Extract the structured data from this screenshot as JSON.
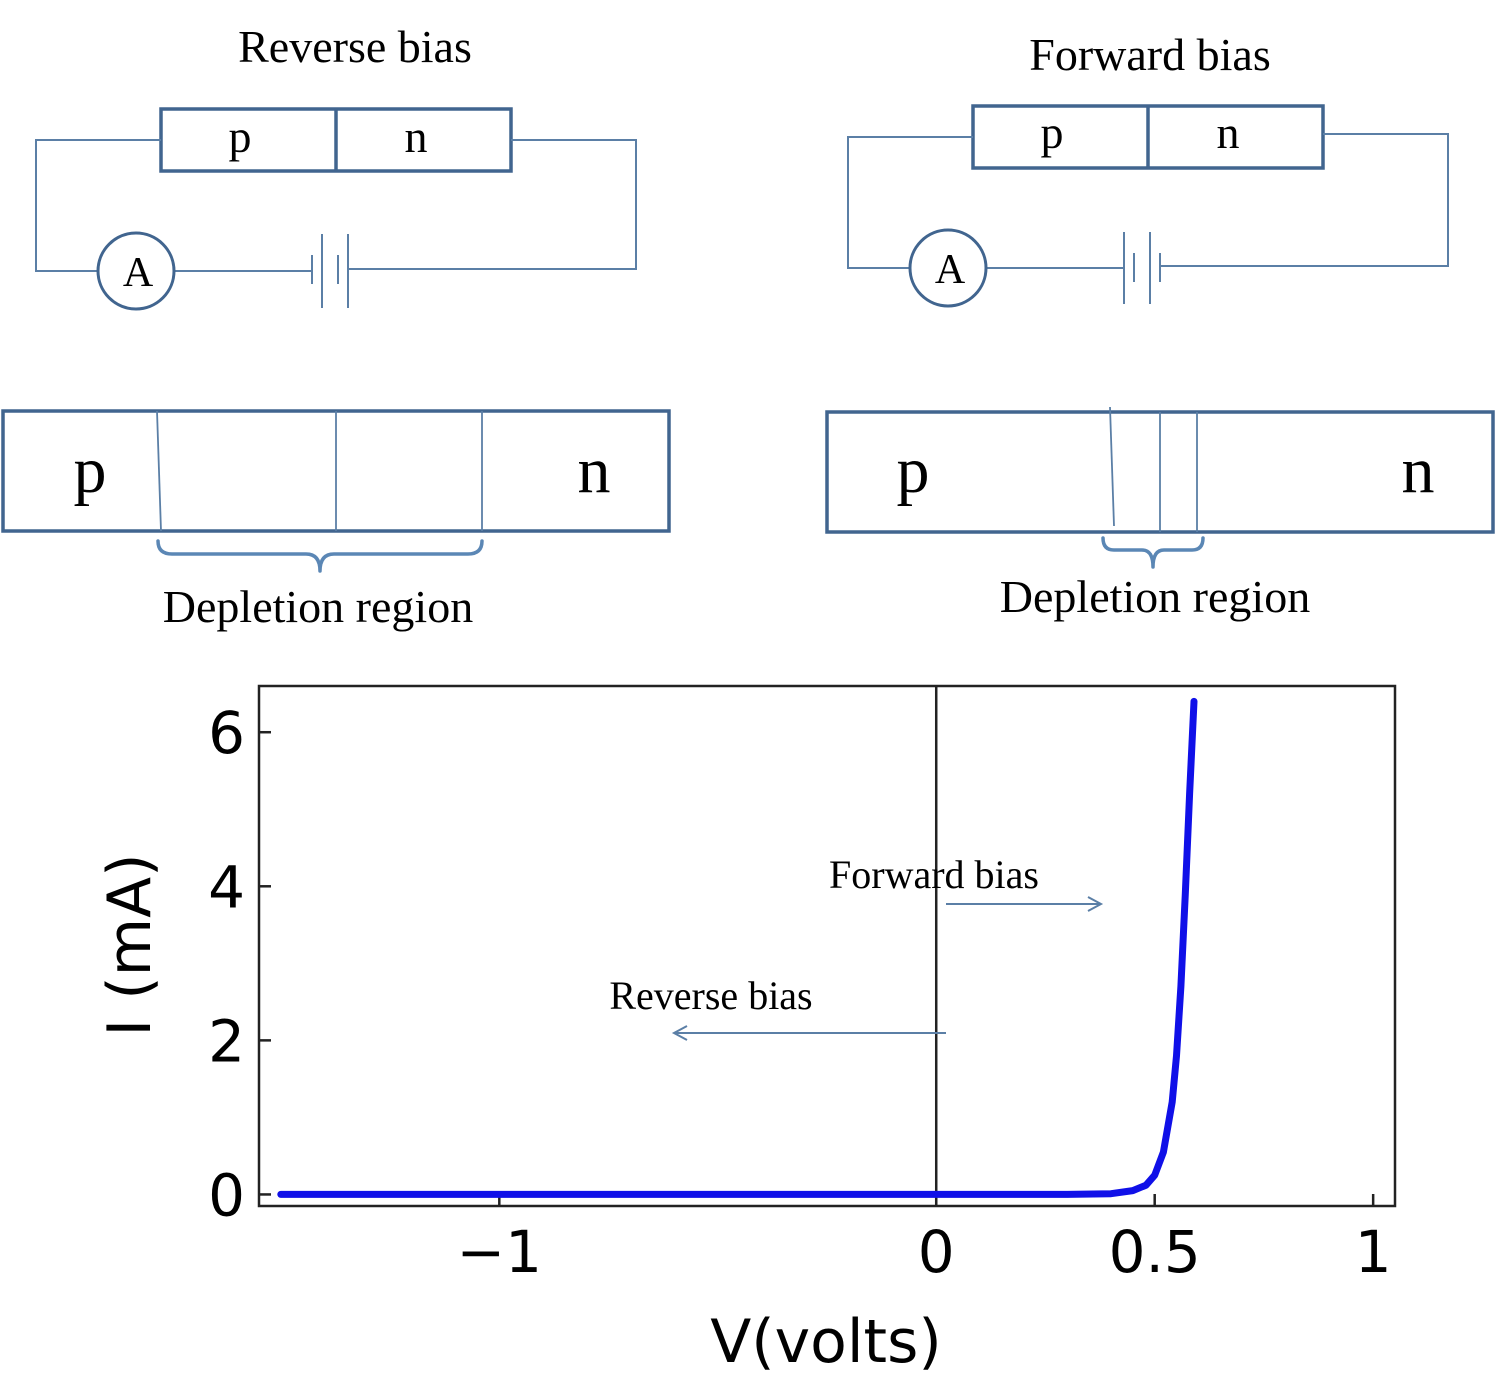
{
  "diagram": {
    "reverse": {
      "title": "Reverse bias",
      "p_label": "p",
      "n_label": "n",
      "ammeter": "A",
      "depletion_label": "Depletion region"
    },
    "forward": {
      "title": "Forward bias",
      "p_label": "p",
      "n_label": "n",
      "ammeter": "A",
      "depletion_label": "Depletion region"
    },
    "colors": {
      "wire": "#5b7fa6",
      "box": "#41658f",
      "brace": "#5b87b5"
    }
  },
  "chart_data": {
    "type": "line",
    "xlabel": "V(volts)",
    "ylabel": "I (mA)",
    "xlim": [
      -1.55,
      1.05
    ],
    "ylim": [
      -0.15,
      6.6
    ],
    "x_ticks": [
      -1,
      0,
      0.5,
      1
    ],
    "x_tick_labels": [
      "−1",
      "0",
      "0.5",
      "1"
    ],
    "y_ticks": [
      0,
      2,
      4,
      6
    ],
    "y_tick_labels": [
      "0",
      "2",
      "4",
      "6"
    ],
    "grid": false,
    "series": [
      {
        "color": "#1010e8",
        "points": [
          [
            -1.5,
            0.0
          ],
          [
            -1.0,
            0.0
          ],
          [
            -0.5,
            0.0
          ],
          [
            0.0,
            0.0
          ],
          [
            0.3,
            0.0
          ],
          [
            0.4,
            0.01
          ],
          [
            0.45,
            0.05
          ],
          [
            0.48,
            0.12
          ],
          [
            0.5,
            0.25
          ],
          [
            0.52,
            0.55
          ],
          [
            0.54,
            1.2
          ],
          [
            0.55,
            1.8
          ],
          [
            0.56,
            2.7
          ],
          [
            0.57,
            3.9
          ],
          [
            0.58,
            5.2
          ],
          [
            0.59,
            6.4
          ]
        ]
      }
    ],
    "annotations": [
      {
        "text": "Forward bias",
        "direction": "right"
      },
      {
        "text": "Reverse bias",
        "direction": "left"
      }
    ]
  }
}
